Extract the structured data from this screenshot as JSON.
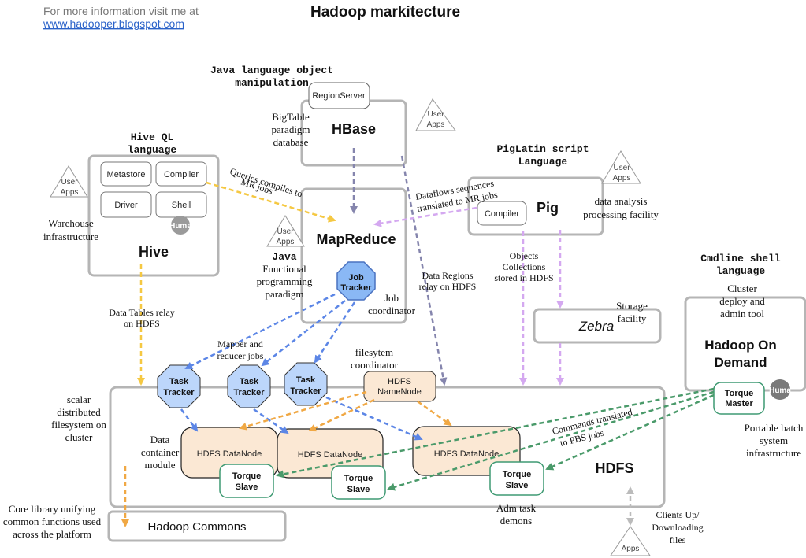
{
  "header": {
    "info_line": "For more information visit me at",
    "link": "www.hadooper.blogspot.com",
    "title": "Hadoop markitecture"
  },
  "components": {
    "hbase": {
      "title": "HBase",
      "sub": "RegionServer",
      "lang": [
        "Java language object",
        "manipulation"
      ],
      "desc": [
        "BigTable",
        "paradigm",
        "database"
      ]
    },
    "hive": {
      "title": "Hive",
      "lang": [
        "Hive QL",
        "language"
      ],
      "parts": [
        "Metastore",
        "Compiler",
        "Driver",
        "Shell"
      ],
      "badge": "Huma",
      "desc": [
        "Warehouse",
        "infrastructure"
      ]
    },
    "mapreduce": {
      "title": "MapReduce",
      "lang": "Java",
      "desc": [
        "Functional",
        "programming",
        "paradigm"
      ],
      "job_tracker": [
        "Job",
        "Tracker"
      ],
      "job_desc": [
        "Job",
        "coordinator"
      ]
    },
    "pig": {
      "title": "Pig",
      "lang": [
        "PigLatin script",
        "Language"
      ],
      "compiler": "Compiler",
      "desc": [
        "data analysis",
        "processing facility"
      ]
    },
    "zebra": {
      "title": "Zebra",
      "desc": [
        "Storage",
        "facility"
      ]
    },
    "hod": {
      "title": [
        "Hadoop On",
        "Demand"
      ],
      "lang": [
        "Cmdline shell",
        "language"
      ],
      "desc": [
        "Cluster",
        "deploy and",
        "admin tool"
      ],
      "torque_master": [
        "Torque",
        "Master"
      ],
      "badge": "Huma"
    },
    "hdfs": {
      "title": "HDFS",
      "namenode": [
        "HDFS",
        "NameNode"
      ],
      "namenode_desc": [
        "filesytem",
        "coordinator"
      ],
      "datanode": "HDFS DataNode",
      "task_tracker": [
        "Task",
        "Tracker"
      ],
      "torque_slave": [
        "Torque",
        "Slave"
      ],
      "desc": [
        "scalar",
        "distributed",
        "filesystem on",
        "cluster"
      ],
      "datanode_desc": [
        "Data",
        "container",
        "module"
      ],
      "slave_desc": [
        "Adm task",
        "demons"
      ]
    },
    "commons": {
      "title": "Hadoop Commons",
      "desc": [
        "Core library unifying",
        "common functions used",
        "across the platform"
      ]
    }
  },
  "user_apps": [
    "User",
    "Apps"
  ],
  "apps": "Apps",
  "edge_labels": {
    "queries": [
      "Queries compiles to",
      "MR jobs"
    ],
    "dataflows": [
      "Dataflows sequences",
      "translated to MR jobs"
    ],
    "objects": [
      "Objects",
      "Collections",
      "stored in HDFS"
    ],
    "regions": [
      "Data Regions",
      "relay on HDFS"
    ],
    "tables": [
      "Data Tables relay",
      "on HDFS"
    ],
    "mapper": [
      "Mapper and",
      "reducer jobs"
    ],
    "commands": [
      "Commands translated",
      "to PBS jobs"
    ],
    "portable": [
      "Portable batch",
      "system",
      "infrastructure"
    ],
    "clients": [
      "Clients Up/",
      "Downloading",
      "files"
    ]
  },
  "colors": {
    "box_border": "#b5b5b5",
    "hive_arrow": "#f5c842",
    "pig_arrow": "#d4a8f0",
    "hbase_arrow": "#8585ad",
    "mr_arrow": "#5c86e6",
    "nn_arrow": "#f0a844",
    "hod_arrow": "#4a9a6a",
    "tracker_fill": "#bcd6fb",
    "datanode_fill": "#fbe8d4",
    "torque_border": "#3f9a73"
  }
}
